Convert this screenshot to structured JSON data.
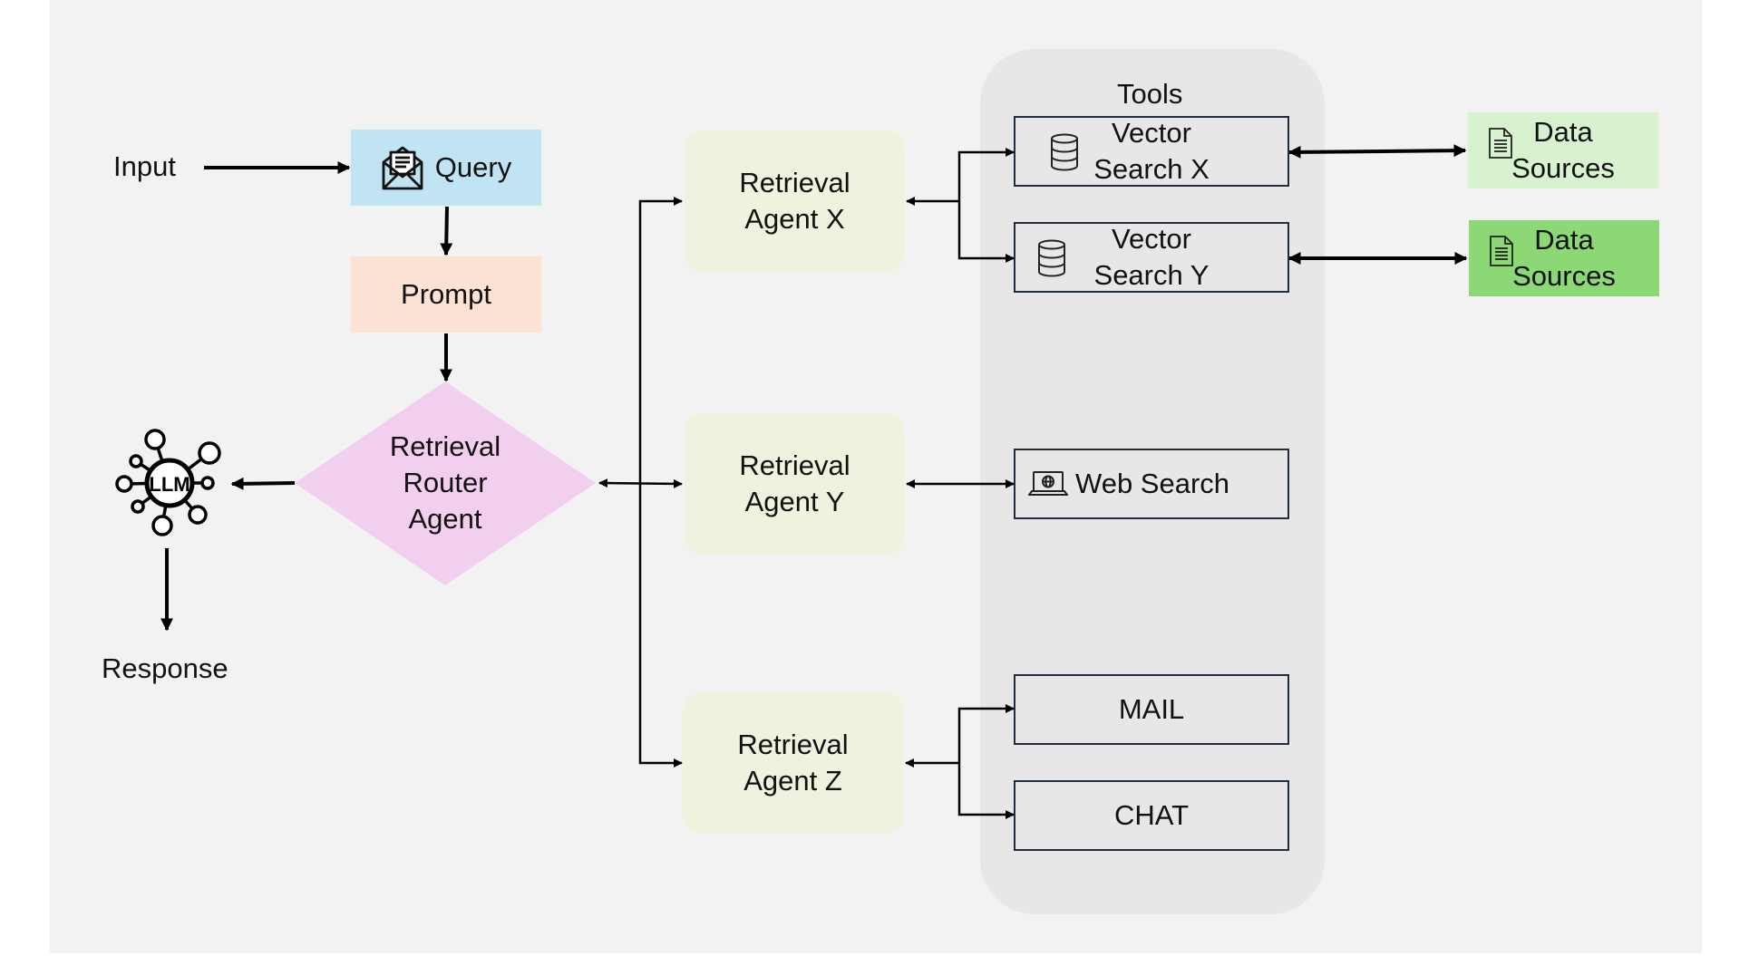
{
  "input_label": "Input",
  "query": {
    "label": "Query",
    "icon": "open-envelope-icon",
    "color": "#c1e4f5"
  },
  "prompt": {
    "label": "Prompt",
    "color": "#fbe2d5"
  },
  "router": {
    "line1": "Retrieval",
    "line2": "Router",
    "line3": "Agent",
    "color": "#f2cfee"
  },
  "llm": {
    "label": "LLM",
    "icon": "llm-network-icon"
  },
  "response_label": "Response",
  "agents": [
    {
      "line1": "Retrieval",
      "line2": "Agent X"
    },
    {
      "line1": "Retrieval",
      "line2": "Agent Y"
    },
    {
      "line1": "Retrieval",
      "line2": "Agent Z"
    }
  ],
  "tools": {
    "title": "Tools",
    "vector_x": {
      "line1": "Vector",
      "line2": "Search X",
      "icon": "database-icon"
    },
    "vector_y": {
      "line1": "Vector",
      "line2": "Search Y",
      "icon": "database-icon"
    },
    "web_search": {
      "label": "Web Search",
      "icon": "laptop-globe-icon"
    },
    "mail": {
      "label": "MAIL"
    },
    "chat": {
      "label": "CHAT"
    }
  },
  "data_sources": [
    {
      "line1": "Data",
      "line2": "Sources",
      "icon": "document-icon",
      "color": "#d8f2cf"
    },
    {
      "line1": "Data",
      "line2": "Sources",
      "icon": "document-icon",
      "color": "#8cd874"
    }
  ]
}
